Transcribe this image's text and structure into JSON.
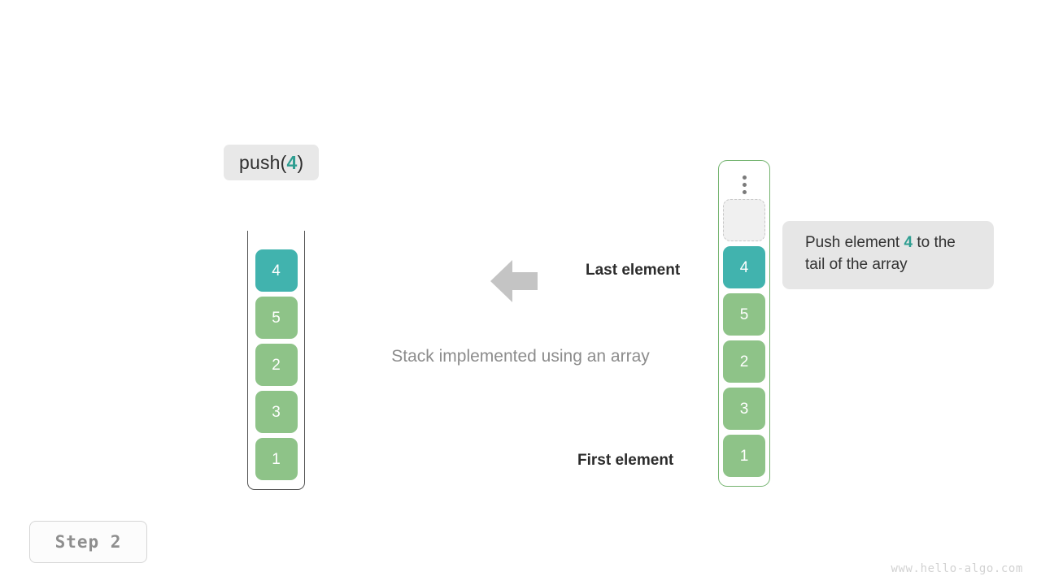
{
  "figure": {
    "operation_label": {
      "prefix": "push(",
      "value": "4",
      "suffix": ")"
    },
    "caption": "Stack implemented using an array",
    "last_element_label": "Last element",
    "first_element_label": "First element",
    "step_badge": "Step  2",
    "watermark": "www.hello-algo.com",
    "arrow_icon": "arrow-left-icon",
    "ellipsis_icon": "vertical-ellipsis-icon"
  },
  "stack": {
    "title": "stack-view",
    "cells": [
      {
        "value": "4",
        "color": "teal"
      },
      {
        "value": "5",
        "color": "green"
      },
      {
        "value": "2",
        "color": "green"
      },
      {
        "value": "3",
        "color": "green"
      },
      {
        "value": "1",
        "color": "green"
      }
    ]
  },
  "array": {
    "title": "array-view",
    "empty_slot": {
      "value": "",
      "color": "empty"
    },
    "cells": [
      {
        "value": "4",
        "color": "teal"
      },
      {
        "value": "5",
        "color": "green"
      },
      {
        "value": "2",
        "color": "green"
      },
      {
        "value": "3",
        "color": "green"
      },
      {
        "value": "1",
        "color": "green"
      }
    ]
  },
  "callout": {
    "text_before": "Push element ",
    "accent": "4",
    "text_after": " to the tail of the array"
  },
  "colors": {
    "teal": "#41b3ae",
    "green": "#8ec388",
    "accent_text": "#2e9e91",
    "array_border": "#73b36e",
    "stack_border": "#555555",
    "arrow": "#c4c4c4",
    "label_bg": "#e8e8e8",
    "callout_bg": "#e6e6e6",
    "caption_text": "#8c8c8c",
    "watermark_text": "#d2d2d2"
  }
}
